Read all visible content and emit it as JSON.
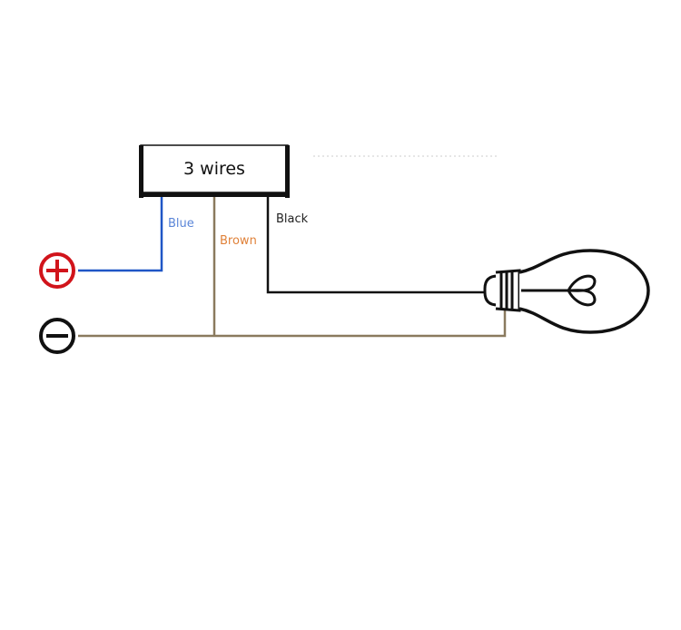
{
  "module": {
    "label": "3 wires"
  },
  "wires": {
    "blue": {
      "label": "Blue",
      "color": "#1f56c6",
      "label_color": "#5b86d8"
    },
    "brown": {
      "label": "Brown",
      "color": "#8a7a5e",
      "label_color": "#e0823a"
    },
    "black": {
      "label": "Black",
      "color": "#111111",
      "label_color": "#222222"
    }
  },
  "terminals": {
    "positive": {
      "symbol": "plus",
      "color": "#d1141b"
    },
    "negative": {
      "symbol": "minus",
      "color": "#111111"
    }
  },
  "load": {
    "icon": "light-bulb-icon"
  }
}
